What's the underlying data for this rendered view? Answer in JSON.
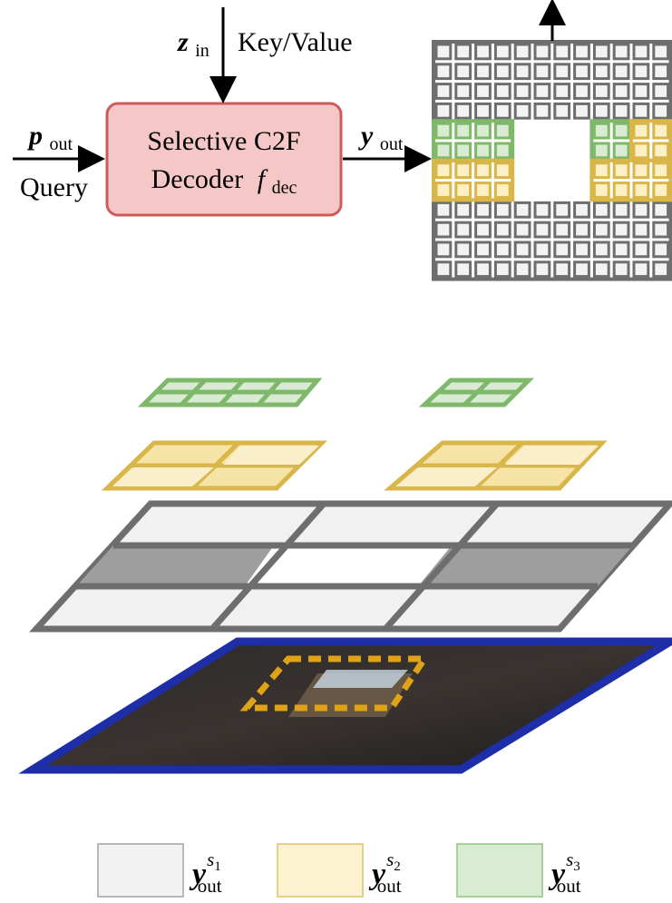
{
  "decoder": {
    "title_line1": "Selective C2F",
    "title_line2": "Decoder",
    "fn_symbol": "f",
    "fn_subscript": "dec",
    "fill": "#f6c7c7",
    "stroke": "#cf5a5a"
  },
  "inputs": {
    "z_symbol": "z",
    "z_subscript": "in",
    "kv_label": "Key/Value",
    "p_symbol": "p",
    "p_subscript": "out",
    "query_label": "Query"
  },
  "output": {
    "y_symbol": "y",
    "y_subscript": "out"
  },
  "legend": [
    {
      "symbol": "y",
      "subscript": "out",
      "superscript": "s",
      "super_index": "1",
      "color": "#f2f2f2",
      "border": "#b8b8b8"
    },
    {
      "symbol": "y",
      "subscript": "out",
      "superscript": "s",
      "super_index": "2",
      "color": "#fdf2d0",
      "border": "#e2cf8a"
    },
    {
      "symbol": "y",
      "subscript": "out",
      "superscript": "s",
      "super_index": "3",
      "color": "#d8ecd2",
      "border": "#a9cf9c"
    }
  ],
  "colors": {
    "grey_grid": "#6e6e6e",
    "grey_cell": "#f3f3f3",
    "yellow_stroke": "#d9b64a",
    "yellow_fill": "#fdf0c6",
    "green_stroke": "#7fb86a",
    "green_fill": "#d9ecd3",
    "image_border": "#1d2ea8",
    "dashed_box": "#e0a316",
    "dark_cell": "#9a9a9a"
  }
}
